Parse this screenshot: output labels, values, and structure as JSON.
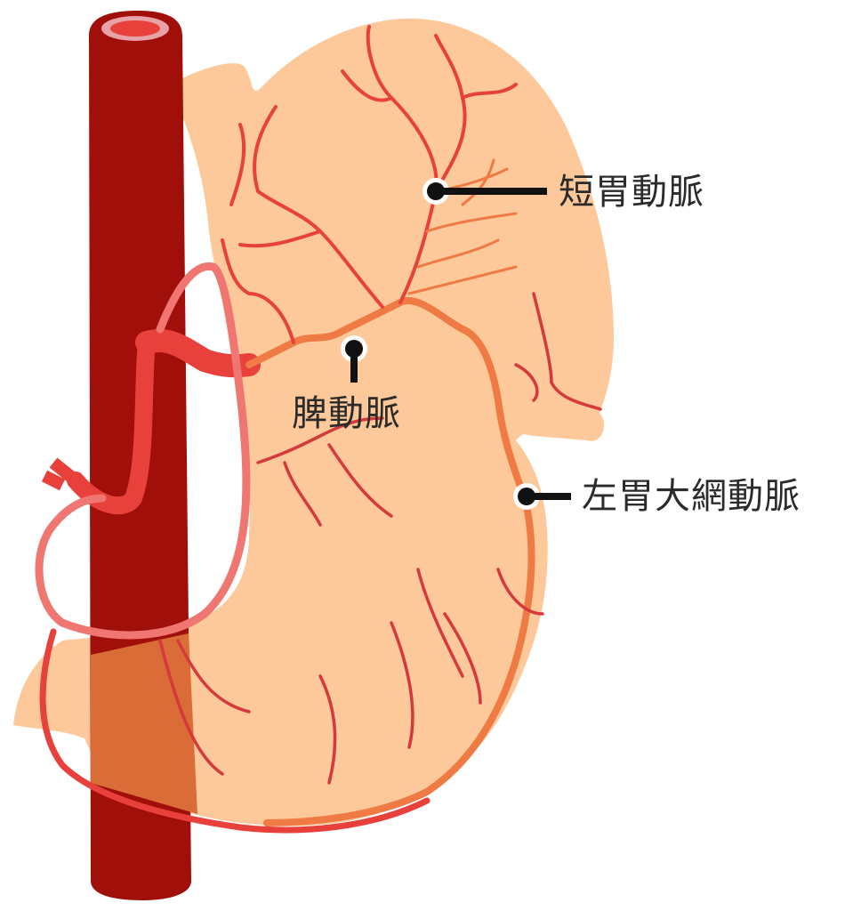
{
  "diagram": {
    "title": "",
    "subject": "stomach and spleen-region arterial supply with abdominal aorta",
    "colors": {
      "aorta": "#a00f0a",
      "aorta_lumen": "#e8413c",
      "aorta_rim": "#e7a3a8",
      "stomach": "#fdc99a",
      "stomach_overlap": "#d96c37",
      "artery_main": "#e8413c",
      "artery_light": "#f07672",
      "artery_orange": "#ef7a43",
      "marker": "#111111",
      "label_text": "#2b2b2b"
    },
    "labels": [
      {
        "id": "short-gastric",
        "text": "短胃動脈"
      },
      {
        "id": "splenic",
        "text": "脾動脈"
      },
      {
        "id": "left-gastroepiploic",
        "text": "左胃大網動脈"
      }
    ]
  }
}
